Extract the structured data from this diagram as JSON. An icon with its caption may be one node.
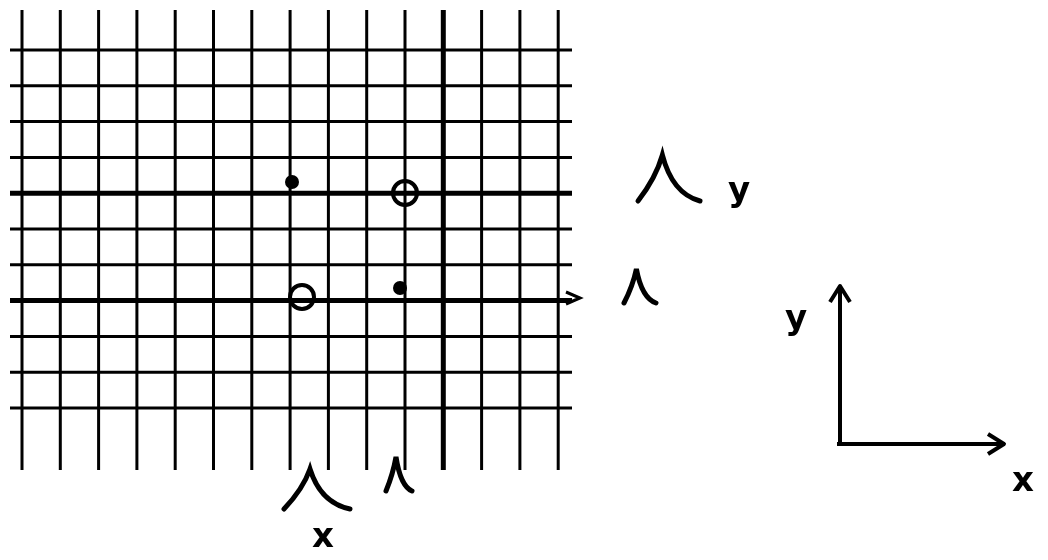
{
  "diagram": {
    "labels": [
      "y",
      "y",
      "x",
      "x"
    ]
  }
}
